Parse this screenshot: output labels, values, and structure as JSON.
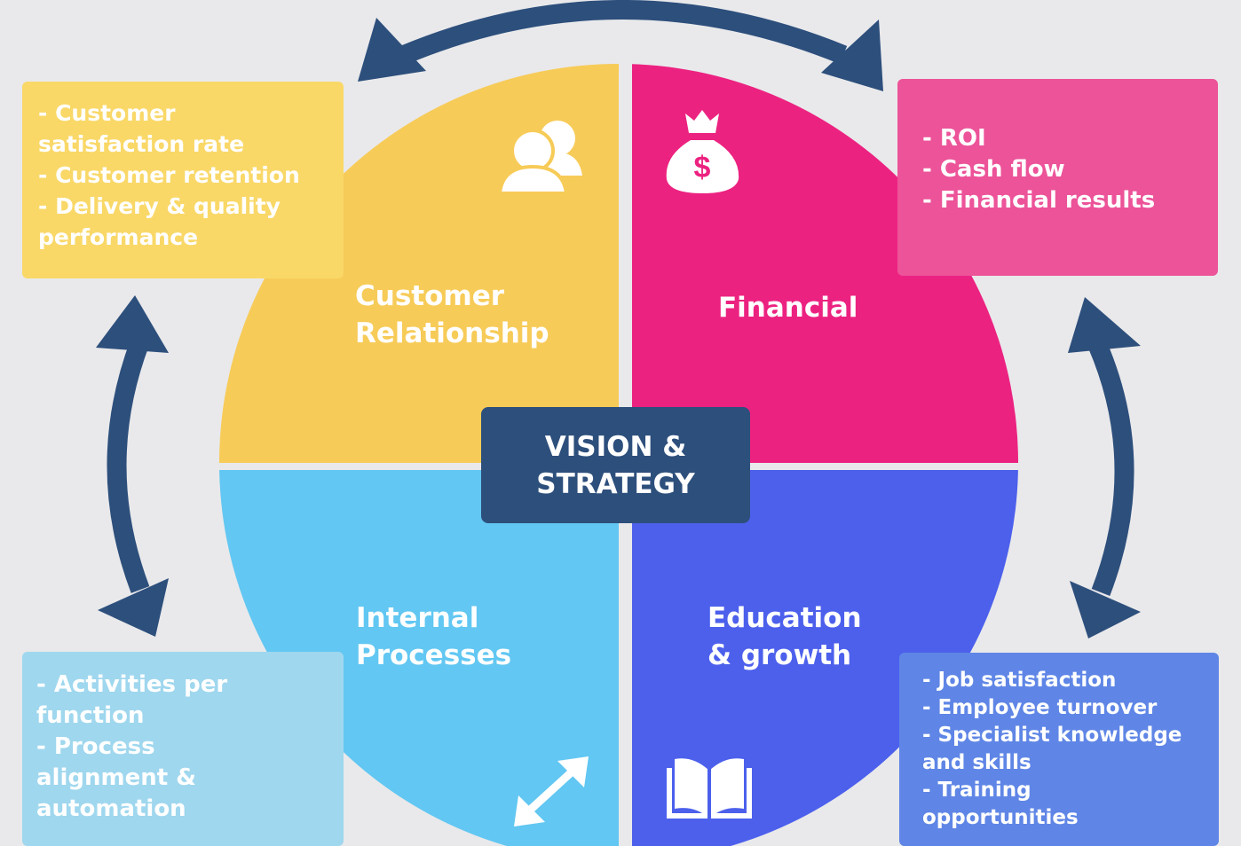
{
  "colors": {
    "background": "#e9e9eb",
    "customer_quadrant": "#f7cb58",
    "financial_quadrant": "#ec2281",
    "internal_quadrant": "#62c7f2",
    "education_quadrant": "#4c60ec",
    "center_box": "#2d4f7c",
    "arrows": "#2d4f7c",
    "customer_box": "#f9d868",
    "financial_box": "#ec5399",
    "internal_box": "#9fd7ee",
    "education_box": "#5f86e6"
  },
  "center": {
    "text": "VISION &\nSTRATEGY"
  },
  "quadrants": {
    "customer": {
      "label": "Customer\nRelationship",
      "icon": "users-icon"
    },
    "financial": {
      "label": "Financial",
      "icon": "money-bag-icon"
    },
    "internal": {
      "label": "Internal\nProcesses",
      "icon": "expand-arrows-icon"
    },
    "education": {
      "label": "Education\n  & growth",
      "icon": "book-icon"
    }
  },
  "boxes": {
    "customer": [
      "- Customer\n   satisfaction rate",
      "- Customer retention",
      "- Delivery & quality\n   performance"
    ],
    "financial": [
      "- ROI",
      "- Cash flow",
      "- Financial results"
    ],
    "internal": [
      "- Activities per\n   function",
      "- Process\n   alignment &\n   automation"
    ],
    "education": [
      "- Job satisfaction",
      "- Employee turnover",
      "- Specialist knowledge\n   and skills",
      "- Training\n   opportunities"
    ]
  }
}
